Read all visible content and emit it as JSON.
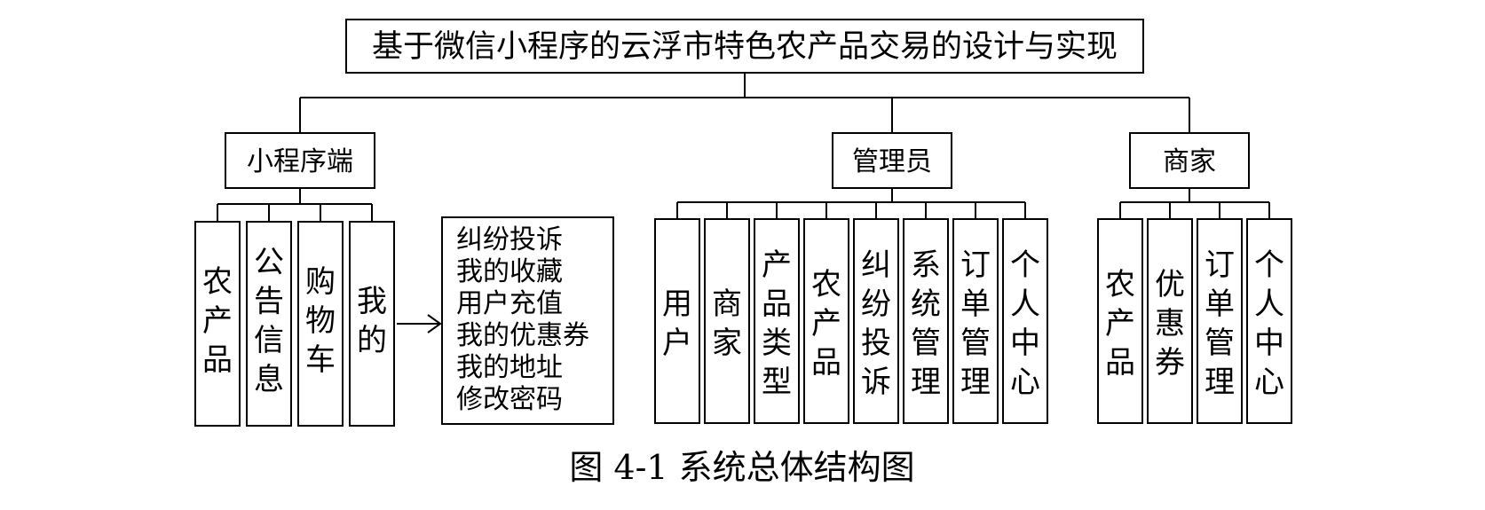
{
  "title": "基于微信小程序的云浮市特色农产品交易的设计与实现",
  "caption": "图 4-1  系统总体结构图",
  "branches": {
    "mini_program": {
      "label": "小程序端",
      "children": [
        "农产品",
        "公告信息",
        "购物车",
        "我的"
      ],
      "my_menu": [
        "纠纷投诉",
        "我的收藏",
        "用户充值",
        "我的优惠券",
        "我的地址",
        "修改密码"
      ]
    },
    "admin": {
      "label": "管理员",
      "children": [
        "用户",
        "商家",
        "产品类型",
        "农产品",
        "纠纷投诉",
        "系统管理",
        "订单管理",
        "个人中心"
      ]
    },
    "merchant": {
      "label": "商家",
      "children": [
        "农产品",
        "优惠券",
        "订单管理",
        "个人中心"
      ]
    }
  }
}
